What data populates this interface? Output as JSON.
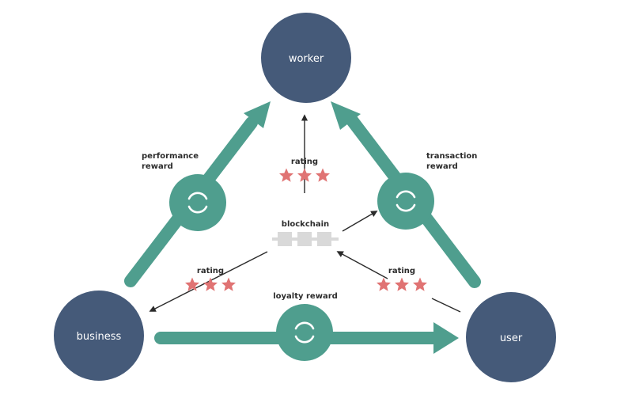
{
  "colors": {
    "node_fill": "#455a79",
    "flow": "#4f9e8e",
    "star": "#e07373",
    "chain": "#d9d9d9",
    "arrow": "#2b2b2b",
    "node_text": "#ffffff",
    "label_text": "#2b2b2b"
  },
  "nodes": {
    "worker": "worker",
    "business": "business",
    "user": "user"
  },
  "rewards": {
    "performance_line1": "performance",
    "performance_line2": "reward",
    "transaction_line1": "transaction",
    "transaction_line2": "reward",
    "loyalty": "loyalty reward"
  },
  "center": {
    "blockchain": "blockchain"
  },
  "ratings": {
    "top": "rating",
    "left": "rating",
    "right": "rating",
    "stars_per_rating": 3
  },
  "icons": {
    "token": "cycle-icon",
    "star": "star-icon",
    "chain": "blockchain-icon"
  }
}
